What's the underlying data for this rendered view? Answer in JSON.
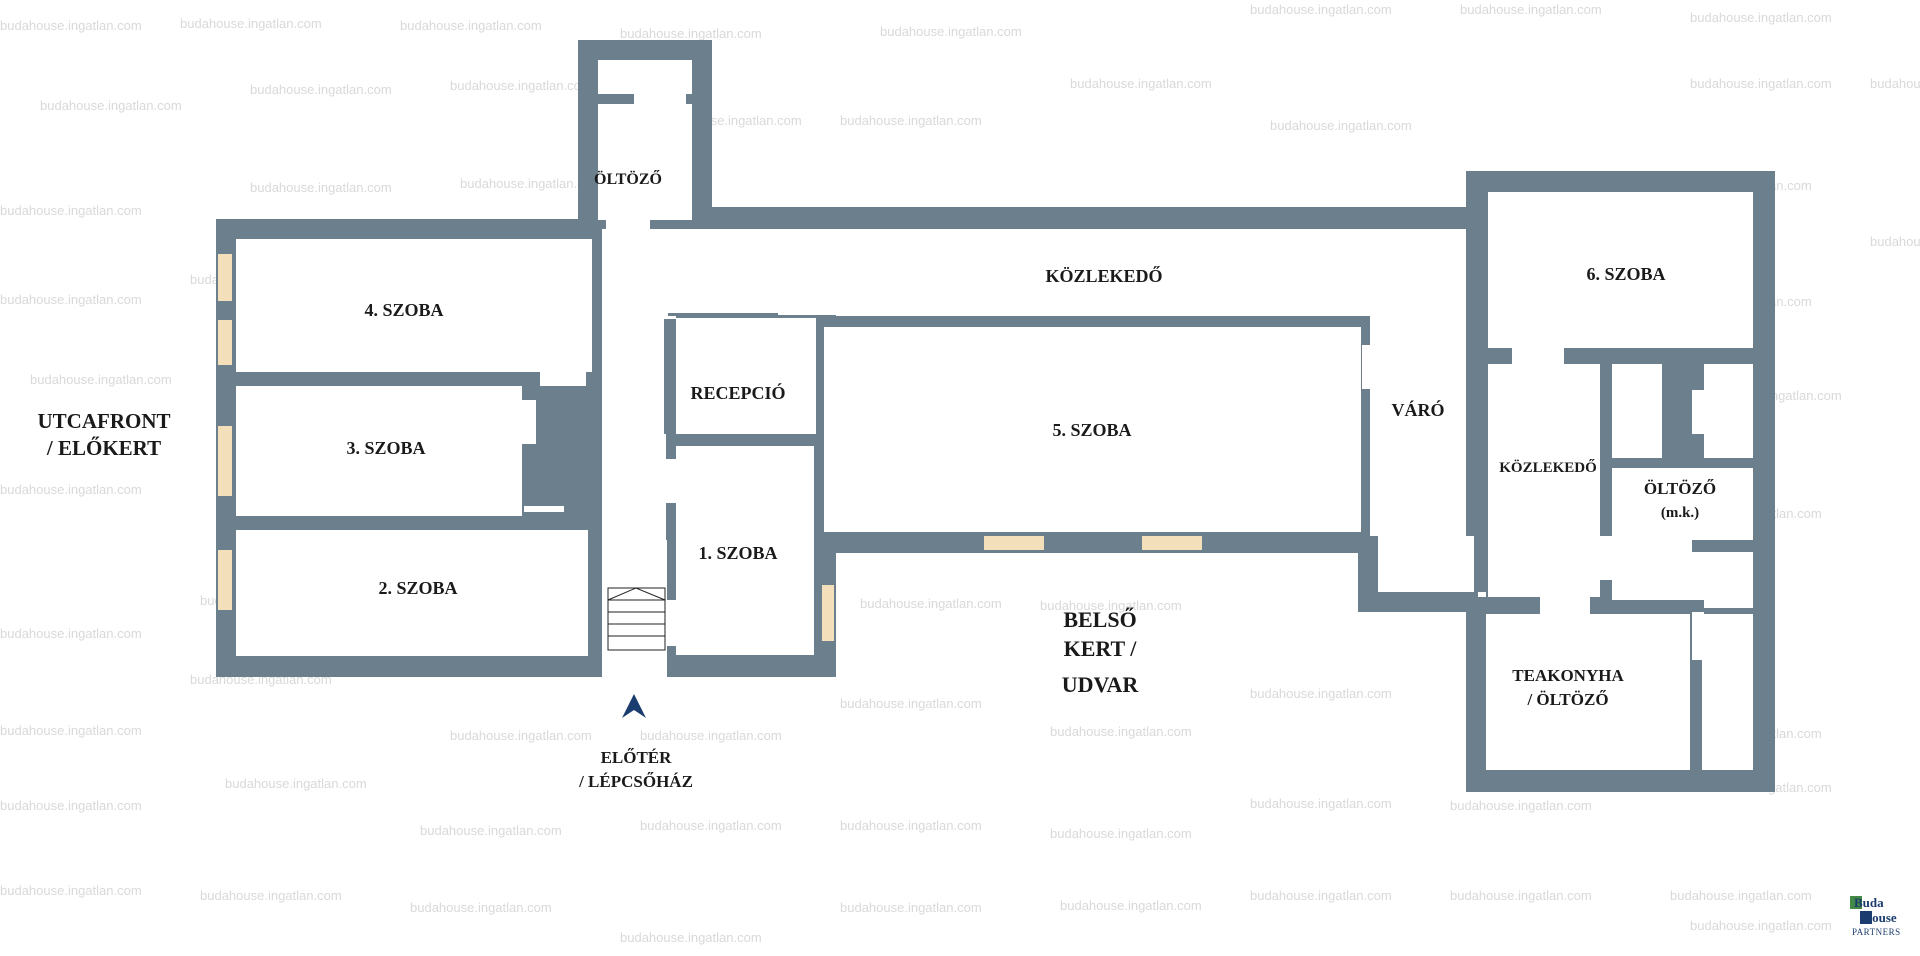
{
  "plan": {
    "labels": {
      "room_4": "4. SZOBA",
      "room_3": "3. SZOBA",
      "room_2": "2. SZOBA",
      "room_1": "1. SZOBA",
      "room_5": "5. SZOBA",
      "room_6": "6. SZOBA",
      "reception": "RECEPCIÓ",
      "dressing_top": "ÖLTÖZŐ",
      "corridor_main": "KÖZLEKEDŐ",
      "corridor_right": "KÖZLEKEDŐ",
      "waiting": "VÁRÓ",
      "dressing_wc_1": "ÖLTÖZŐ",
      "dressing_wc_2": "(m.k.)",
      "kitchen_1": "TEAKONYHA",
      "kitchen_2": "/ ÖLTÖZŐ",
      "street_1": "UTCAFRONT",
      "street_2": "/ ELŐKERT",
      "garden_1": "BELSŐ",
      "garden_2": "KERT /",
      "garden_3": "UDVAR",
      "entry_1": "ELŐTÉR",
      "entry_2": "/ LÉPCSŐHÁZ"
    },
    "watermark": "budahouse.ingatlan.com",
    "colors": {
      "wall": "#6b7f8d",
      "window": "#f3dfba"
    }
  },
  "logo": {
    "line1": "Buda",
    "line2": "House",
    "line3": "PARTNERS"
  }
}
